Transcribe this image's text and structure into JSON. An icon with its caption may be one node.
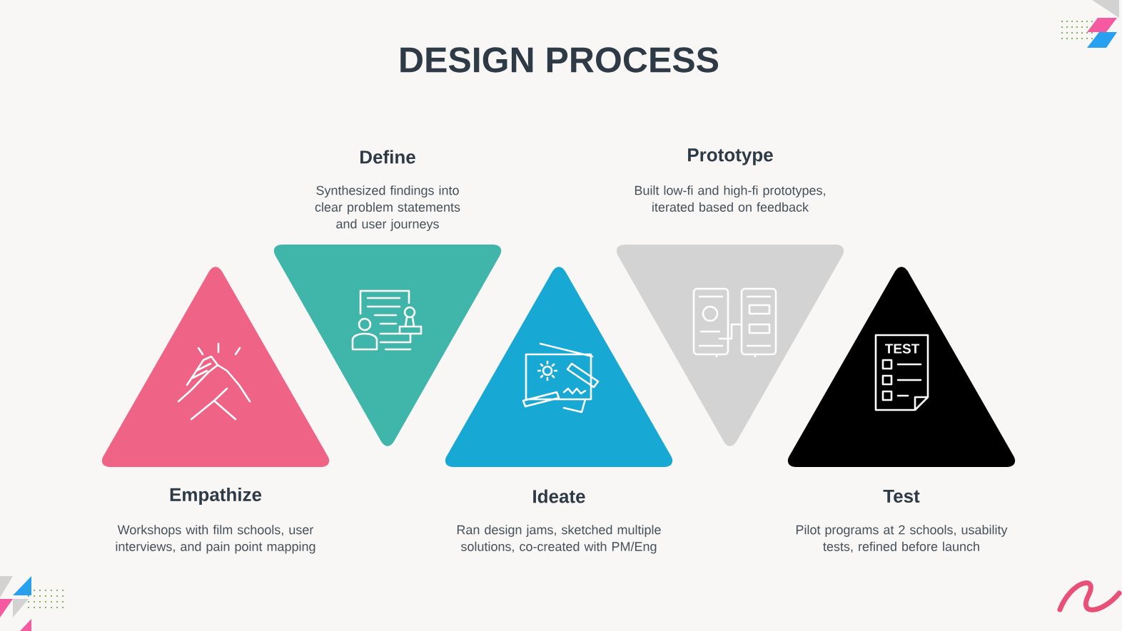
{
  "diagram": {
    "title": "DESIGN PROCESS",
    "nodes": [
      {
        "text": [
          "Empathize",
          "Workshops with film schools, user interviews, and pain point mapping"
        ]
      },
      {
        "text": [
          "Define",
          "Synthesized findings into clear problem statements and user journeys"
        ]
      },
      {
        "text": [
          "Ideate",
          "Ran design jams, sketched multiple solutions, co-created with PM/Eng"
        ]
      },
      {
        "text": [
          "Prototype",
          "Built low-fi and high-fi prototypes, iterated based on feedback"
        ]
      },
      {
        "text": [
          "Test",
          "Pilot programs at 2 schools, usability tests, refined before launch"
        ]
      }
    ],
    "labels": [
      "TEST"
    ]
  }
}
